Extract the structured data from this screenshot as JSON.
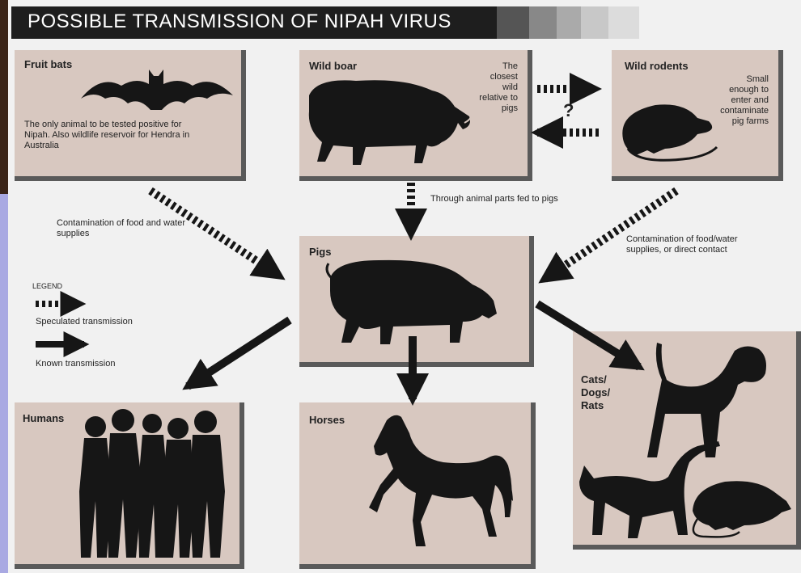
{
  "title": "POSSIBLE TRANSMISSION OF NIPAH VIRUS",
  "panels": {
    "fruit_bats": {
      "label": "Fruit bats",
      "note": "The only animal to be tested positive for Nipah. Also wildlife reservoir for Hendra in Australia",
      "icon": "bat-icon"
    },
    "wild_boar": {
      "label": "Wild boar",
      "note": "The closest wild relative to pigs",
      "icon": "boar-icon"
    },
    "wild_rodents": {
      "label": "Wild rodents",
      "note": "Small enough to enter and contaminate pig farms",
      "icon": "rat-icon"
    },
    "pigs": {
      "label": "Pigs",
      "icon": "pig-icon"
    },
    "humans": {
      "label": "Humans",
      "icon": "people-icon"
    },
    "horses": {
      "label": "Horses",
      "icon": "horse-icon"
    },
    "cats_dogs_rats": {
      "label_lines": [
        "Cats/",
        "Dogs/",
        "Rats"
      ],
      "icons": [
        "dog-icon",
        "cat-icon",
        "rat-icon"
      ]
    }
  },
  "edges": {
    "boar_to_pigs": "Through animal parts fed to pigs",
    "bats_to_pigs": "Contamination of food and water supplies",
    "rodents_to_pigs": "Contamination of food/water supplies, or direct contact",
    "boar_rodents": "?"
  },
  "legend": {
    "title": "LEGEND",
    "speculated": "Speculated transmission",
    "known": "Known transmission"
  },
  "colors": {
    "panel": "#d8c8c0",
    "shadow": "#5a5a5a",
    "banner": "#1e1e1e",
    "ink": "#161616",
    "frame": "#a9a9e2"
  }
}
